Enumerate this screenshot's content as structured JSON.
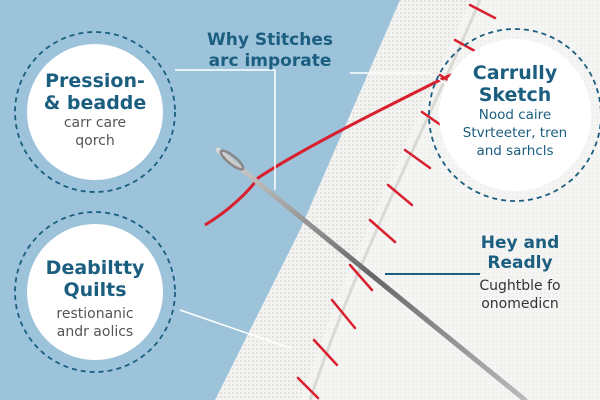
{
  "title": {
    "line1": "Why Stitches",
    "line2": "arc imporate"
  },
  "callouts": [
    {
      "heading1": "Pression-",
      "heading2": "& beadde",
      "sub1": "carr care",
      "sub2": "qorch"
    },
    {
      "heading1": "Carrully",
      "heading2": "Sketch",
      "sub1": "Nood caire",
      "sub2": "Stvrteeter, tren",
      "sub3": "and sarhcls"
    },
    {
      "heading1": "Deabiltty",
      "heading2": "Quilts",
      "sub1": "restionanic",
      "sub2": "andr aolics"
    },
    {
      "heading1": "Hey and",
      "heading2": "Readly",
      "sub1": "Cughtble fo",
      "sub2": "onomedicn"
    }
  ],
  "colors": {
    "background": "#9cc3da",
    "accent": "#1b5e80",
    "thread": "#d8202e"
  }
}
